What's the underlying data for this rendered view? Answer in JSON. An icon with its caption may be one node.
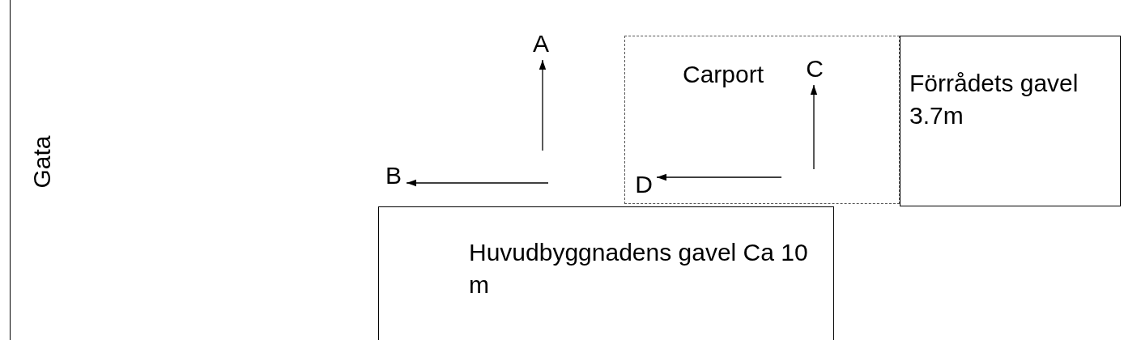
{
  "diagram": {
    "nodes": [
      {
        "text": [
          "Carport"
        ]
      },
      {
        "text": [
          "A"
        ]
      },
      {
        "text": [
          "B"
        ]
      },
      {
        "text": [
          "C"
        ],
        "in": 0
      },
      {
        "text": [
          "D"
        ],
        "in": 0
      },
      {
        "text": [
          "Förrådets gavel 3.7m"
        ]
      },
      {
        "text": [
          "Huvudbyggnadens gavel Ca 10 m"
        ]
      }
    ],
    "edges": [
      {
        "from": null,
        "to": 1,
        "arrow": "to"
      },
      {
        "from": null,
        "to": 2,
        "arrow": "to"
      },
      {
        "from": null,
        "to": 3,
        "arrow": "to"
      },
      {
        "from": null,
        "to": 4,
        "arrow": "to"
      }
    ],
    "labels": [
      "Gata"
    ]
  }
}
